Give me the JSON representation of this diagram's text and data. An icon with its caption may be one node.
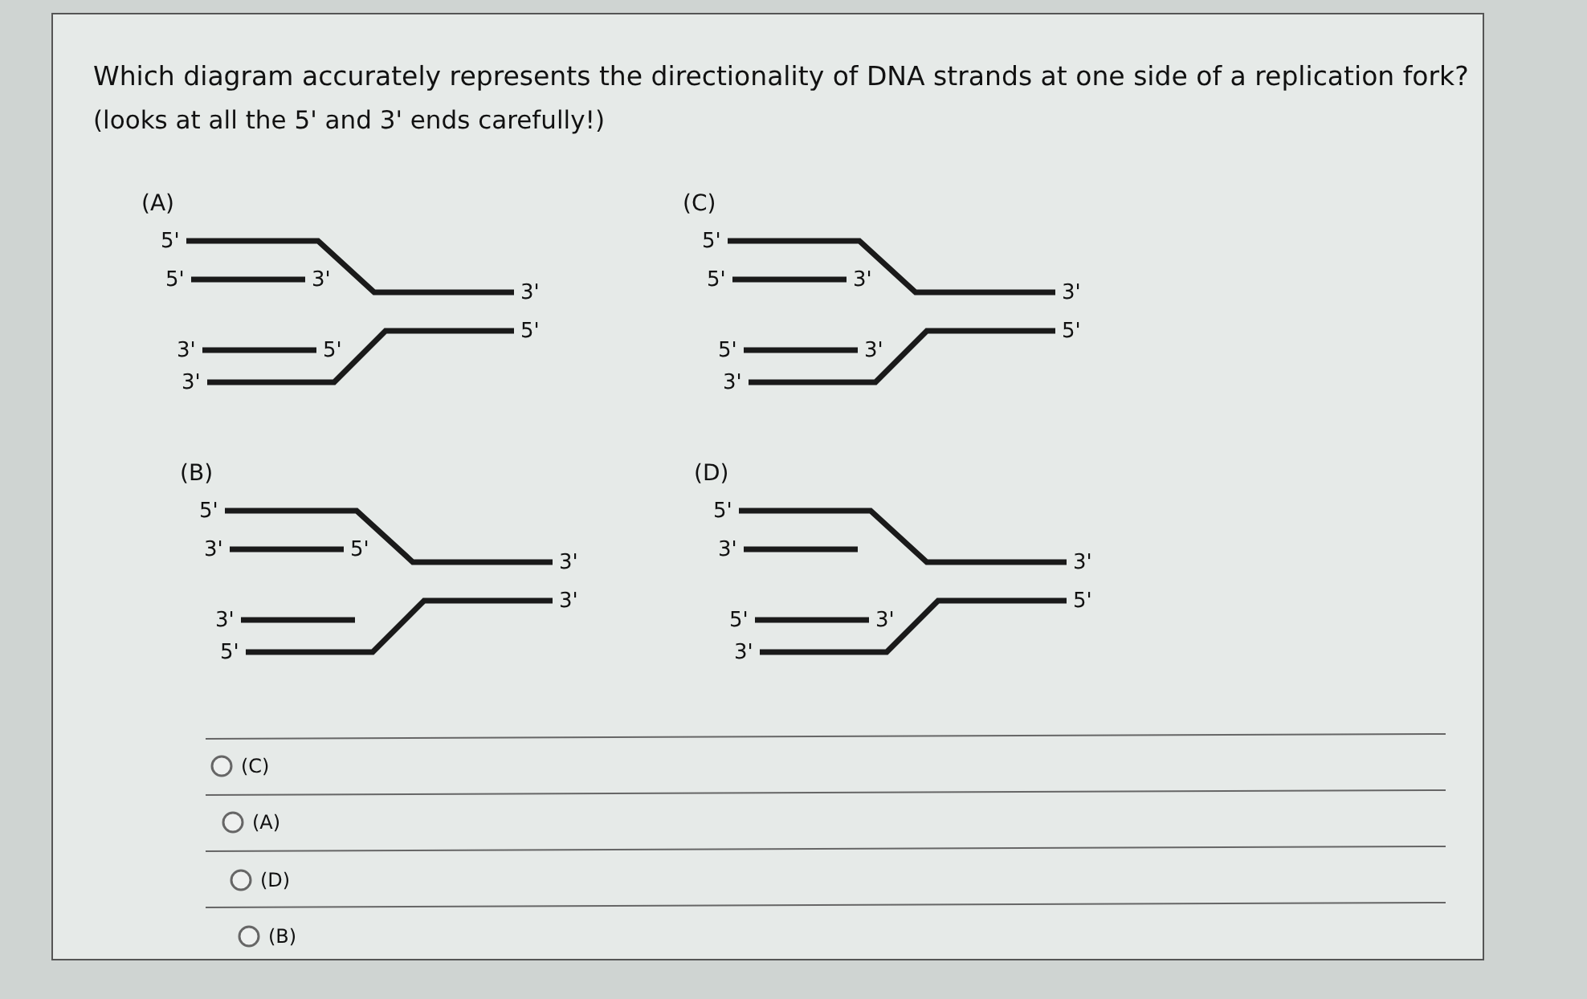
{
  "diagram": {
    "title": "Which diagram accurately represents the directionality of DNA strands at one side of a replication fork?",
    "labels": [
      "(looks at all the 5' and 3' ends carefully!)",
      "(A)",
      "5'",
      "5'",
      "3'",
      "3'",
      "5'",
      "3'",
      "5'",
      "3'",
      "(C)",
      "5'",
      "5'",
      "3'",
      "3'",
      "5'",
      "5'",
      "3'",
      "3'",
      "(B)",
      "5'",
      "3'",
      "5'",
      "3'",
      "3'",
      "3'",
      "5'",
      "(D)",
      "5'",
      "3'",
      "3'",
      "5'",
      "5'",
      "3'",
      "3'",
      "(C)",
      "(A)",
      "(D)",
      "(B)"
    ]
  }
}
